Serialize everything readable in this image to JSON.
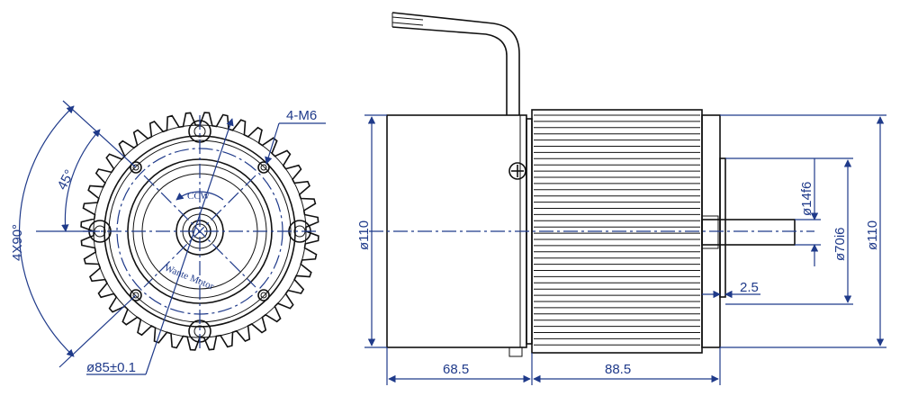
{
  "front_view": {
    "label_bolts": "4-M6",
    "label_angle": "45°",
    "label_pattern": "4X90°",
    "label_pcd": "ø85±0.1",
    "label_rotation": "CCW",
    "label_brand": "Wante Motor"
  },
  "side_view": {
    "label_body_dia": "ø110",
    "label_shaft": "ø14f6",
    "label_pilot": "ø70i6",
    "label_outer": "ø110",
    "label_step": "2.5",
    "label_len_a": "68.5",
    "label_len_b": "88.5"
  },
  "colors": {
    "dimension": "#1f3a8a",
    "outline": "#111111"
  }
}
